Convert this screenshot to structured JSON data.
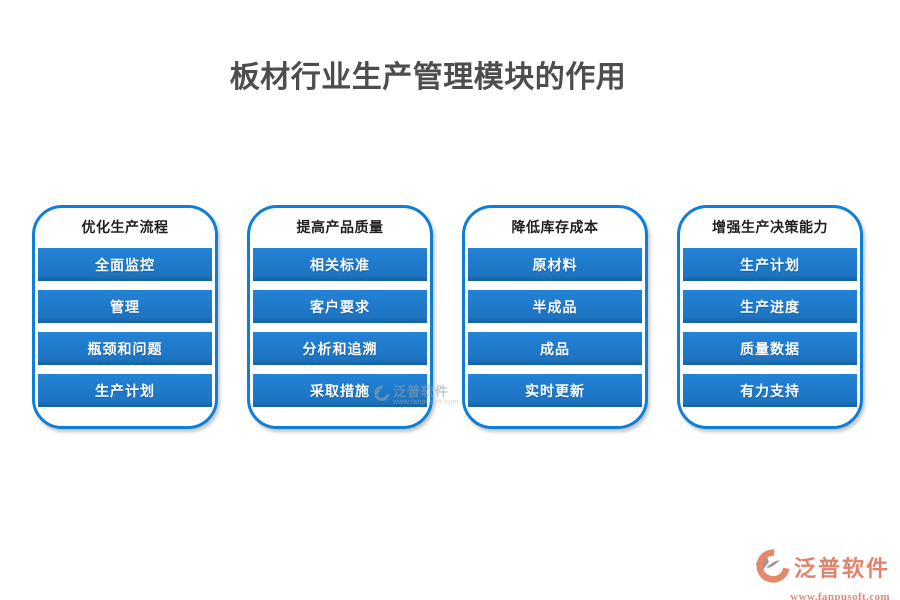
{
  "title": "板材行业生产管理模块的作用",
  "columns": [
    {
      "header": "优化生产流程",
      "items": [
        "全面监控",
        "管理",
        "瓶颈和问题",
        "生产计划"
      ]
    },
    {
      "header": "提高产品质量",
      "items": [
        "相关标准",
        "客户要求",
        "分析和追溯",
        "采取措施"
      ]
    },
    {
      "header": "降低库存成本",
      "items": [
        "原材料",
        "半成品",
        "成品",
        "实时更新"
      ]
    },
    {
      "header": "增强生产决策能力",
      "items": [
        "生产计划",
        "生产进度",
        "质量数据",
        "有力支持"
      ]
    }
  ],
  "watermark": {
    "brand": "泛普软件",
    "url": "www.fanpusoft.com",
    "icon": "fanpu-swoosh-logo"
  },
  "footer": {
    "brand": "泛普软件",
    "url": "www.fanpusoft.com",
    "icon": "fanpu-swoosh-logo"
  },
  "colors": {
    "bar_blue": "#1d74c2",
    "border_blue": "#0d7fd8",
    "title_gray": "#4d4d4d",
    "header_text": "#1f1f1f",
    "brand_coral": "#e0836a",
    "watermark_gray": "#8fa0ad"
  }
}
